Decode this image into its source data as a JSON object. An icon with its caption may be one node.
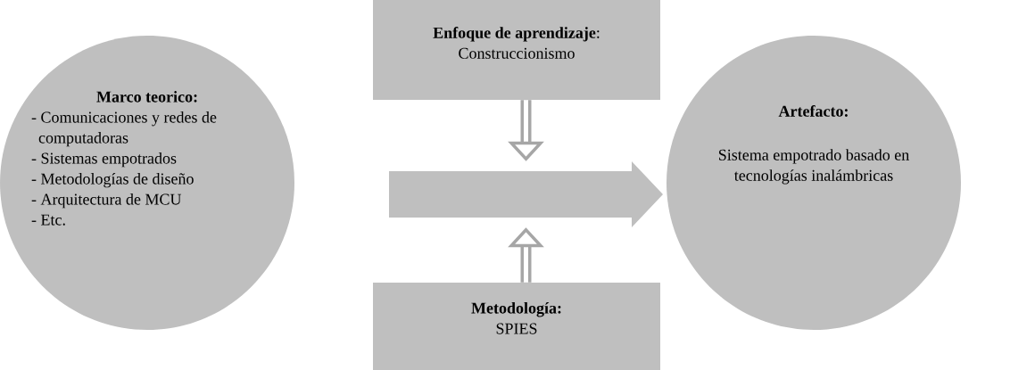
{
  "diagram": {
    "nodes": [
      {
        "text": [
          "Marco teorico:",
          "- Comunicaciones y redes de computadoras",
          "- Sistemas empotrados",
          "- Metodologías de diseño",
          "- Arquitectura de MCU",
          "- Etc."
        ]
      },
      {
        "text": [
          "**Enfoque de aprendizaje**:",
          "Construccionismo"
        ]
      },
      {
        "text": [],
        "shape": "arrow"
      },
      {
        "text": [
          "Metodología:",
          "SPIES"
        ]
      },
      {
        "text": [
          "Artefacto:",
          "Sistema empotrado basado en tecnologías inalámbricas"
        ]
      }
    ],
    "edges": [
      {
        "from": 1,
        "to": 2,
        "arrow": "to"
      },
      {
        "from": 3,
        "to": 2,
        "arrow": "to"
      }
    ]
  }
}
